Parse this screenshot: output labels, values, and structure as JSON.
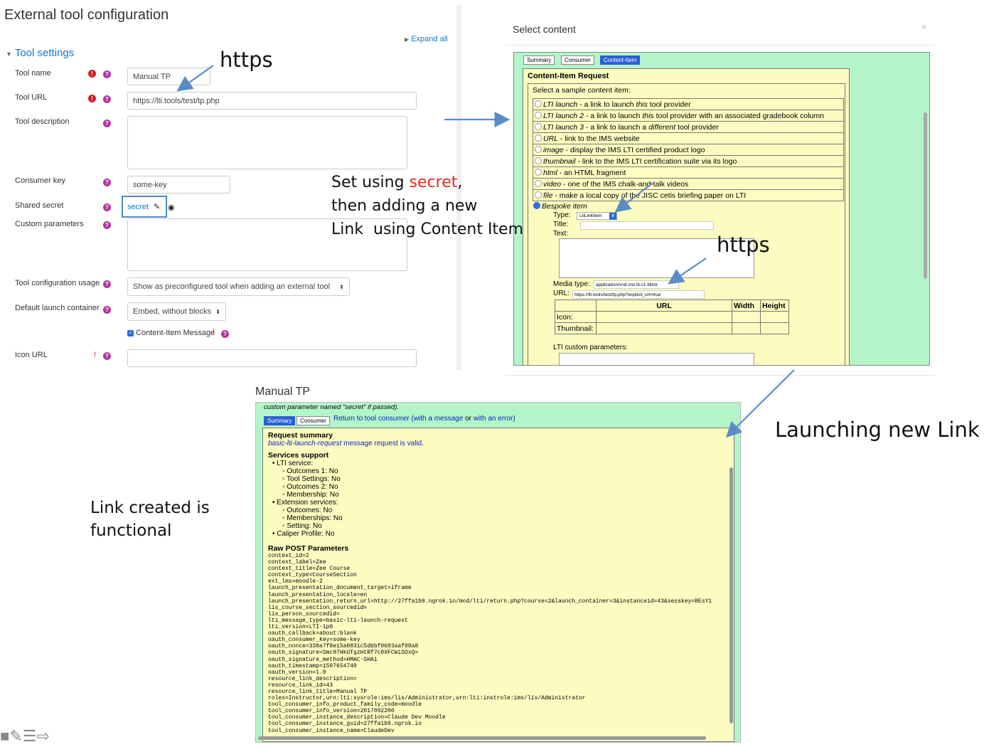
{
  "moodle": {
    "page_title": "External tool configuration",
    "expand_all": "Expand all",
    "section": "Tool settings",
    "fields": {
      "tool_name": {
        "label": "Tool name",
        "value": "Manual TP"
      },
      "tool_url": {
        "label": "Tool URL",
        "value": "https://lti.tools/test/tp.php"
      },
      "tool_description": {
        "label": "Tool description",
        "value": ""
      },
      "consumer_key": {
        "label": "Consumer key",
        "value": "some-key"
      },
      "shared_secret": {
        "label": "Shared secret",
        "value": "secret"
      },
      "custom_parameters": {
        "label": "Custom parameters",
        "value": ""
      },
      "tool_config_usage": {
        "label": "Tool configuration usage",
        "value": "Show as preconfigured tool when adding an external tool"
      },
      "default_launch": {
        "label": "Default launch container",
        "value": "Embed, without blocks"
      },
      "content_item": {
        "label": "Content-Item Message",
        "checked": true
      },
      "icon_url": {
        "label": "Icon URL",
        "value": ""
      }
    }
  },
  "annotations": {
    "https_1": "https",
    "https_2": "https",
    "set_using_prefix": "Set using ",
    "set_using_secret": "secret",
    "set_using_suffix": ",",
    "then_adding": "then adding a new",
    "link_using": "Link  using Content Item",
    "launching": "Launching new Link",
    "link_created_1": "Link created is",
    "link_created_2": "functional"
  },
  "select_content": {
    "title": "Select content",
    "close": "×",
    "tabs": [
      "Summary",
      "Consumer",
      "Content-Item"
    ],
    "heading": "Content-Item Request",
    "prompt": "Select a sample content item:",
    "items": [
      {
        "em": "LTI launch",
        "pre": " - a link to launch ",
        "em2": "this",
        "post": " tool provider"
      },
      {
        "em": "LTI launch 2",
        "pre": " - a link to launch ",
        "em2": "this",
        "post": " tool provider with an associated gradebook column"
      },
      {
        "em": "LTI launch 3",
        "pre": " - a link to launch a ",
        "em2": "different",
        "post": " tool provider"
      },
      {
        "em": "URL",
        "pre": " - link to the IMS website",
        "em2": "",
        "post": ""
      },
      {
        "em": "image",
        "pre": " - display the IMS LTI certified product logo",
        "em2": "",
        "post": ""
      },
      {
        "em": "thumbnail",
        "pre": " - link to the IMS LTI certification suite via its logo",
        "em2": "",
        "post": ""
      },
      {
        "em": "html",
        "pre": " - an HTML fragment",
        "em2": "",
        "post": ""
      },
      {
        "em": "video",
        "pre": " - one of the IMS chalk-and-talk videos",
        "em2": "",
        "post": ""
      },
      {
        "em": "file",
        "pre": " - make a local copy of the JISC cetis briefing paper on LTI",
        "em2": "",
        "post": ""
      }
    ],
    "bespoke": "Bespoke item",
    "type_label": "Type:",
    "type_value": "LtiLinkItem",
    "title_label": "Title:",
    "text_label": "Text:",
    "media_label": "Media type:",
    "media_value": "application/vnd.ims.lti.v1.ltilink",
    "url_label": "URL:",
    "url_value": "https://lti.tools/test/tp.php?explicit_url=true",
    "col_url": "URL",
    "col_width": "Width",
    "col_height": "Height",
    "row_icon": "Icon:",
    "row_thumb": "Thumbnail:",
    "custom_params": "LTI custom parameters:"
  },
  "launch": {
    "title": "Manual TP",
    "note": "custom parameter named \"secret\" if passed).",
    "tabs": [
      "Summary",
      "Consumer"
    ],
    "return_link": "Return to tool consumer (",
    "with_message": "with a message",
    "or": " or ",
    "with_error": "with an error",
    "close_paren": ")",
    "summary_heading": "Request summary",
    "valid_link": "basic-lti-launch-request",
    "valid_text": " message request is valid.",
    "services_heading": "Services support",
    "services": [
      {
        "t": "LTI service:",
        "lvl": 1
      },
      {
        "t": "Outcomes 1: No",
        "lvl": 2
      },
      {
        "t": "Tool Settings: No",
        "lvl": 2
      },
      {
        "t": "Outcomes 2: No",
        "lvl": 2
      },
      {
        "t": "Membership: No",
        "lvl": 2
      },
      {
        "t": "Extension services:",
        "lvl": 1
      },
      {
        "t": "Outcomes: No",
        "lvl": 2
      },
      {
        "t": "Memberships: No",
        "lvl": 2
      },
      {
        "t": "Setting: No",
        "lvl": 2
      },
      {
        "t": "Caliper Profile: No",
        "lvl": 1
      }
    ],
    "raw_heading": "Raw POST Parameters",
    "raw": [
      "context_id=2",
      "context_label=Zee",
      "context_title=Zee Course",
      "context_type=CourseSection",
      "ext_lms=moodle-2",
      "launch_presentation_document_target=iframe",
      "launch_presentation_locale=en",
      "launch_presentation_return_url=http://27ffa1b9.ngrok.io/mod/lti/return.php?course=2&launch_container=3&instanceid=43&sesskey=REsY1",
      "lis_course_section_sourcedid=",
      "lis_person_sourcedid=",
      "lti_message_type=basic-lti-launch-request",
      "lti_version=LTI-1p0",
      "oauth_callback=about:blank",
      "oauth_consumer_key=some-key",
      "oauth_nonce=338a7f8e15a0831c5dbbf0603aaf08a8",
      "oauth_signature=Smc97HkUTgzHtRf7c0XFCWiSOxQ=",
      "oauth_signature_method=HMAC-SHA1",
      "oauth_timestamp=1507654740",
      "oauth_version=1.0",
      "resource_link_description=",
      "resource_link_id=43",
      "resource_link_title=Manual TP",
      "roles=Instructor,urn:lti:sysrole:ims/lis/Administrator,urn:lti:instrole:ims/lis/Administrator",
      "tool_consumer_info_product_family_code=moodle",
      "tool_consumer_info_version=2017092200",
      "tool_consumer_instance_description=Claude Dev Moodle",
      "tool_consumer_instance_guid=27ffa1b9.ngrok.io",
      "tool_consumer_instance_name=ClaudeDev"
    ]
  },
  "colors": {
    "green": "#b3f5c9",
    "yellow": "#fcfcc0",
    "link": "#0b1fc8",
    "moodle_blue": "#1177d1",
    "arrow": "#5b8cc6",
    "secret_red": "#e8281e"
  }
}
